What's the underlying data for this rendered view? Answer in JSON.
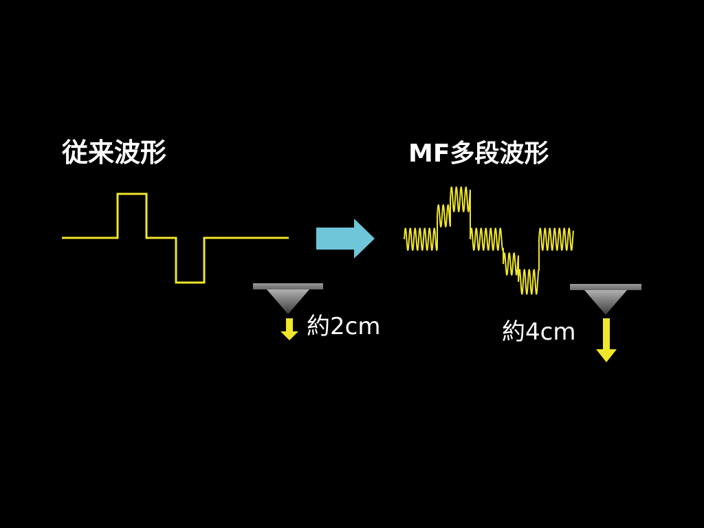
{
  "left": {
    "title": "従来波形",
    "depth_label": "約2cm"
  },
  "right": {
    "title": "MF多段波形",
    "depth_label": "約4cm"
  },
  "colors": {
    "background": "#000000",
    "waveform": "#f0e62a",
    "arrow": "#6ec6d8",
    "probe": "#8a8a8a",
    "depth_arrow": "#f0e62a",
    "text": "#ffffff"
  },
  "icons": {
    "transition_arrow": "right-arrow-icon",
    "probe": "ultrasound-probe-icon",
    "depth_arrow": "down-arrow-icon"
  }
}
